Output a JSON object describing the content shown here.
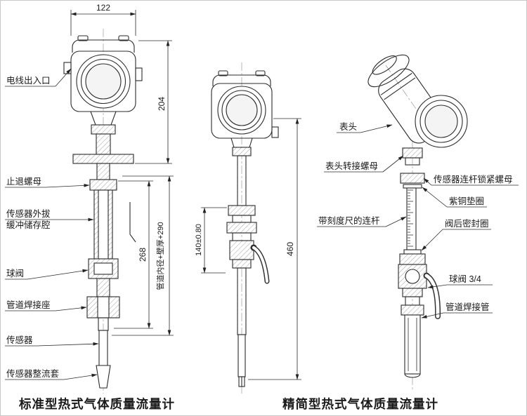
{
  "diagram": {
    "captions": {
      "left": "标准型热式气体质量流量计",
      "right": "精简型热式气体质量流量计"
    },
    "dims": {
      "top_width": "122",
      "head_height": "204",
      "stem_height": "268",
      "pipe_formula": "管道内径+壁厚+290",
      "insert_len": "140±0.80",
      "total_len": "460"
    },
    "standard": {
      "wire_port": "电线出入口",
      "lock_nut": "止退螺母",
      "buffer_line1": "传感器外拔",
      "buffer_line2": "缓冲储存腔",
      "ball_valve": "球阀",
      "weld_seat": "管道焊接座",
      "sensor": "传感器",
      "rectifier_sleeve": "传感器整流套"
    },
    "compact": {
      "head": "表头",
      "head_adapter_nut": "表头转接螺母",
      "rod_lock_nut": "传感器连杆锁紧螺母",
      "copper_washer": "紫铜垫圈",
      "scaled_rod": "带刻度尺的连杆",
      "valve_seal": "阀后密封圈",
      "ball_valve": "球阀 3/4",
      "weld_pipe": "管道焊接管"
    }
  }
}
